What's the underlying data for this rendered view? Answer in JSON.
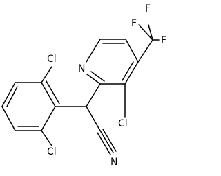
{
  "molecule": {
    "atoms": {
      "pyridine_n": "N",
      "fluorine_1": "F",
      "fluorine_2": "F",
      "fluorine_3": "F",
      "chlorine_pyridine": "Cl",
      "chlorine_phenyl_top": "Cl",
      "chlorine_phenyl_bottom": "Cl",
      "nitrile_n": "N"
    },
    "bond_color": "#000000",
    "label_color": "#000000"
  }
}
